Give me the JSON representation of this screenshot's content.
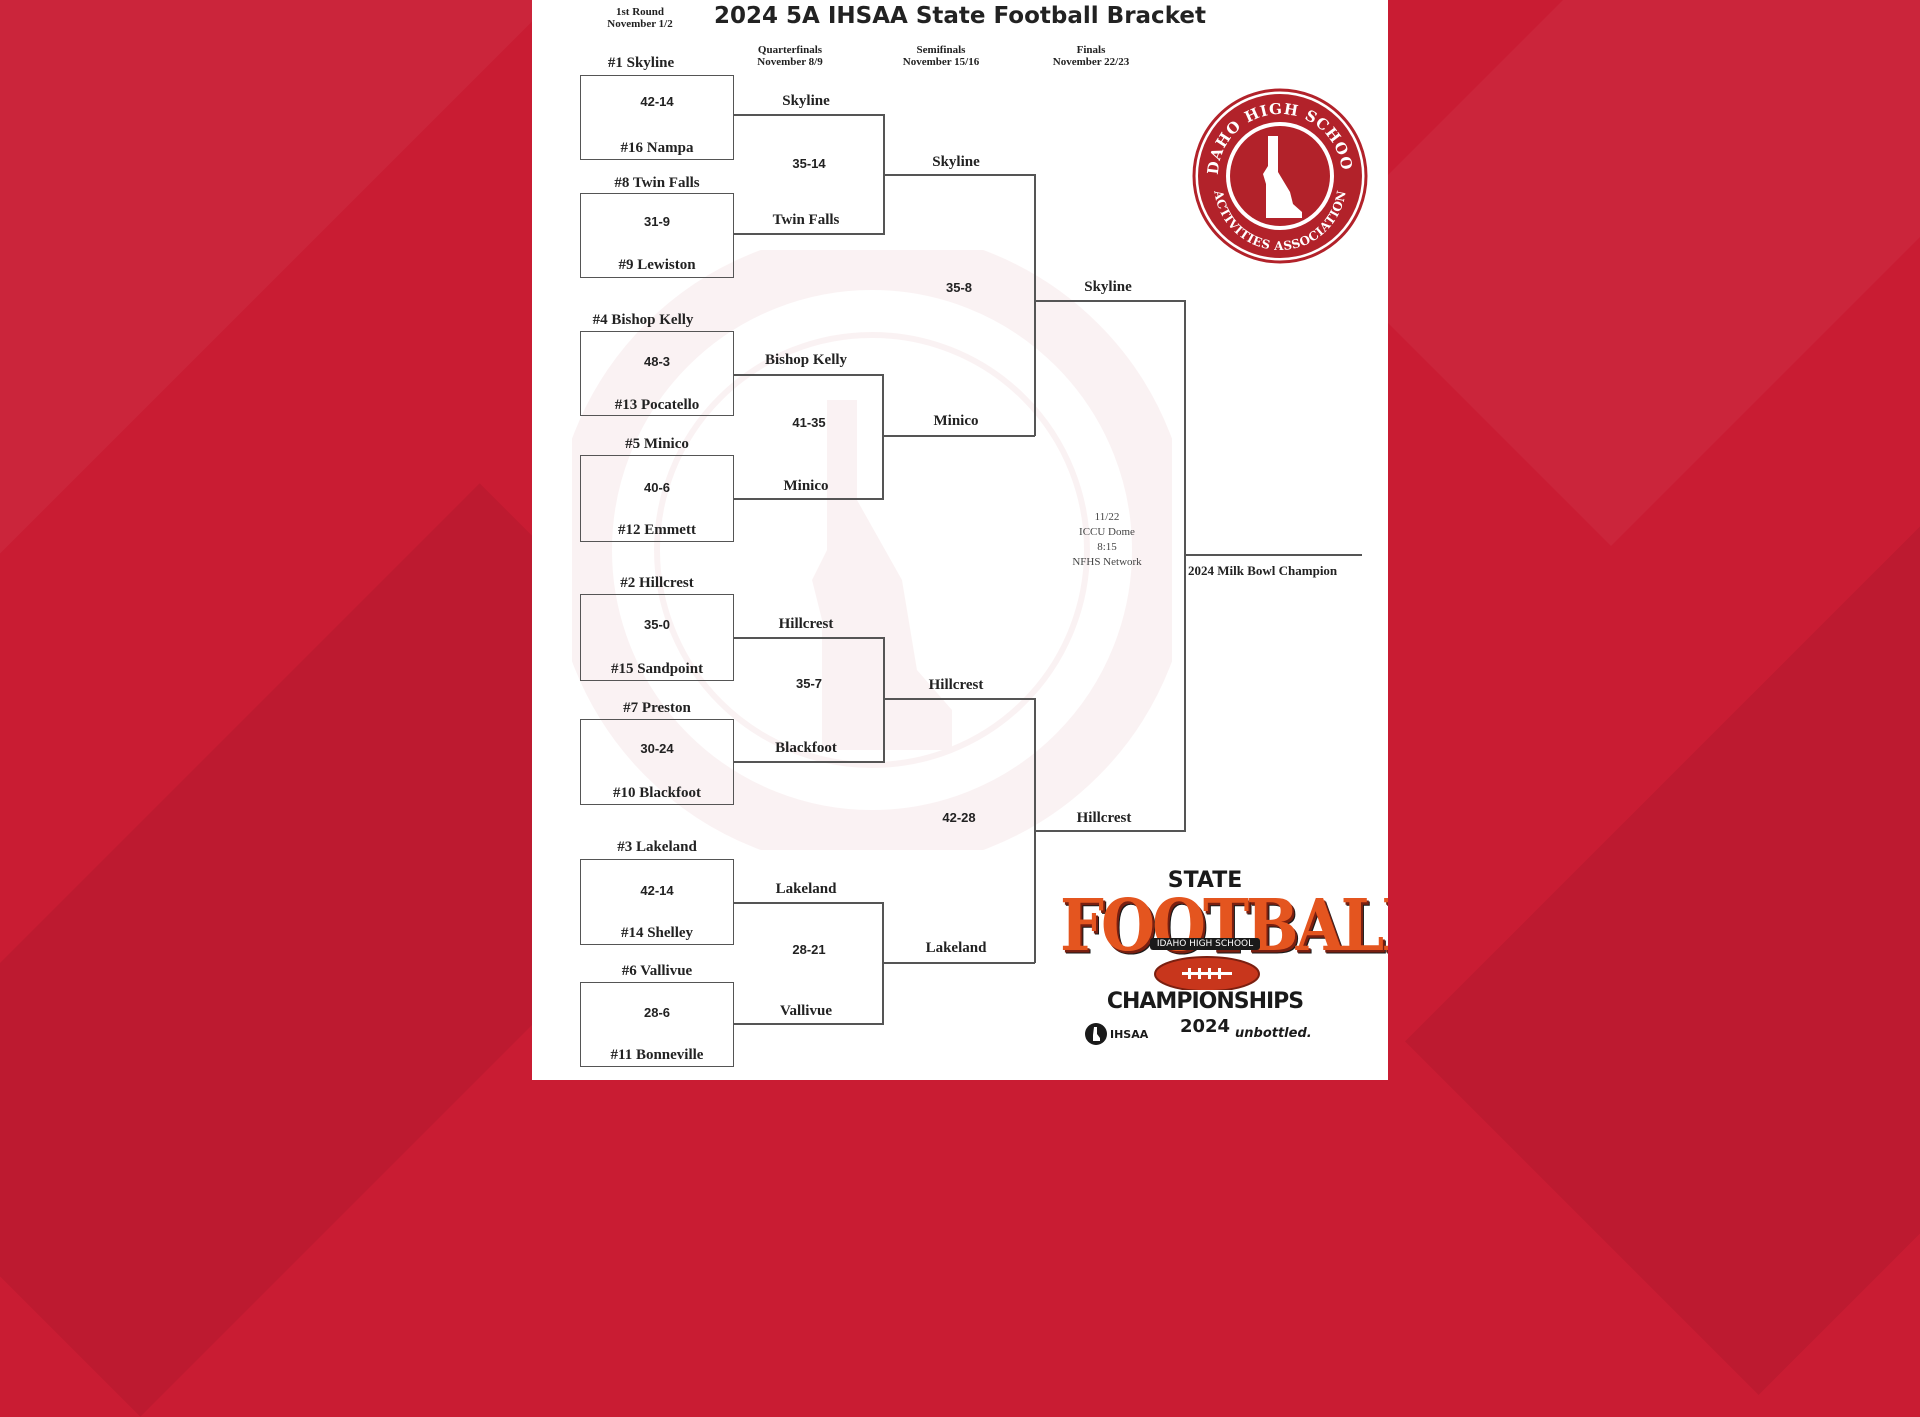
{
  "title": "2024 5A IHSAA State Football Bracket",
  "rounds": {
    "r1": {
      "name": "1st Round",
      "date": "November 1/2"
    },
    "qf": {
      "name": "Quarterfinals",
      "date": "November 8/9"
    },
    "sf": {
      "name": "Semifinals",
      "date": "November 15/16"
    },
    "fn": {
      "name": "Finals",
      "date": "November 22/23"
    }
  },
  "first_round": [
    {
      "top": "#1 Skyline",
      "bottom": "#16 Nampa",
      "score": "42-14"
    },
    {
      "top": "#8 Twin Falls",
      "bottom": "#9 Lewiston",
      "score": "31-9"
    },
    {
      "top": "#4 Bishop Kelly",
      "bottom": "#13 Pocatello",
      "score": "48-3"
    },
    {
      "top": "#5 Minico",
      "bottom": "#12 Emmett",
      "score": "40-6"
    },
    {
      "top": "#2 Hillcrest",
      "bottom": "#15 Sandpoint",
      "score": "35-0"
    },
    {
      "top": "#7 Preston",
      "bottom": "#10 Blackfoot",
      "score": "30-24"
    },
    {
      "top": "#3 Lakeland",
      "bottom": "#14 Shelley",
      "score": "42-14"
    },
    {
      "top": "#6 Vallivue",
      "bottom": "#11 Bonneville",
      "score": "28-6"
    }
  ],
  "quarterfinals": [
    {
      "top": "Skyline",
      "bottom": "Twin Falls",
      "score": "35-14"
    },
    {
      "top": "Bishop Kelly",
      "bottom": "Minico",
      "score": "41-35"
    },
    {
      "top": "Hillcrest",
      "bottom": "Blackfoot",
      "score": "35-7"
    },
    {
      "top": "Lakeland",
      "bottom": "Vallivue",
      "score": "28-21"
    }
  ],
  "semifinals": [
    {
      "top": "Skyline",
      "bottom": "Minico",
      "score": "35-8"
    },
    {
      "top": "Hillcrest",
      "bottom": "Lakeland",
      "score": "42-28"
    }
  ],
  "final": {
    "top": "Skyline",
    "bottom": "Hillcrest"
  },
  "final_info": [
    "11/22",
    "ICCU Dome",
    "8:15",
    "NFHS Network"
  ],
  "champion_label": "2024 Milk Bowl Champion",
  "seal": {
    "text_top": "IDAHO HIGH SCHOOL",
    "text_bottom": "ACTIVITIES ASSOCIATION",
    "color": "#b2222a"
  },
  "championship_logo": {
    "line1": "STATE",
    "line2": "FOOTBALL",
    "ribbon": "IDAHO HIGH SCHOOL",
    "line3": "CHAMPIONSHIPS",
    "year": "2024",
    "sponsor1": "IHSAA",
    "sponsor2": "unbottled."
  },
  "colors": {
    "background": "#c91c33",
    "seal_red": "#b2222a",
    "logo_orange": "#e4551f",
    "logo_dark": "#1a1a1a"
  }
}
